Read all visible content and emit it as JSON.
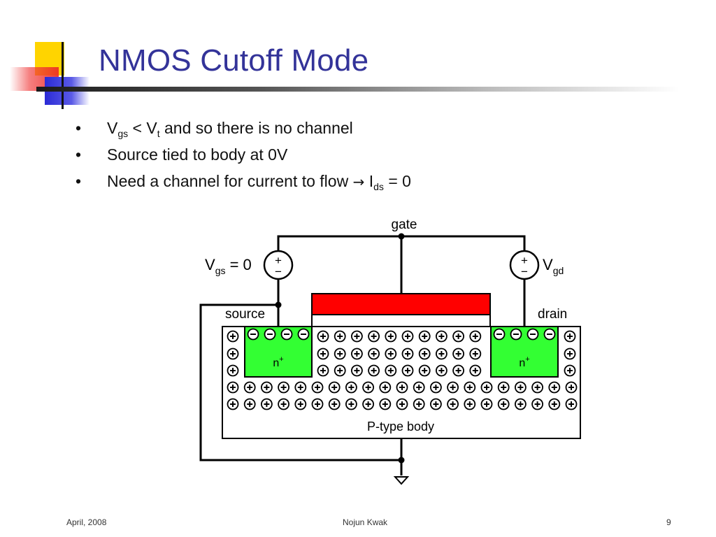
{
  "slide": {
    "title": "NMOS Cutoff Mode",
    "bullets": [
      {
        "marker": "•",
        "parts": [
          "V",
          "gs",
          " < V",
          "t",
          " and so there is no channel"
        ]
      },
      {
        "marker": "•",
        "text": "Source tied to body at 0V"
      },
      {
        "marker": "•",
        "parts": [
          "Need a channel for current to flow ",
          "→",
          " I",
          "ds",
          " = 0"
        ]
      }
    ]
  },
  "diagram": {
    "gate_label": "gate",
    "source_label": "source",
    "drain_label": "drain",
    "vgs_label": {
      "main": "V",
      "sub": "gs",
      "suffix": " = 0"
    },
    "vgd_label": {
      "main": "V",
      "sub": "gd"
    },
    "plus_sign": "+",
    "minus_sign": "−",
    "n_region_label": {
      "main": "n",
      "sup": "+"
    },
    "body_label": "P-type body",
    "colors": {
      "gate": "#ff0000",
      "n_region": "#33ff33",
      "wire": "#000000"
    }
  },
  "footer": {
    "date": "April, 2008",
    "author": "Nojun Kwak",
    "page": "9"
  }
}
